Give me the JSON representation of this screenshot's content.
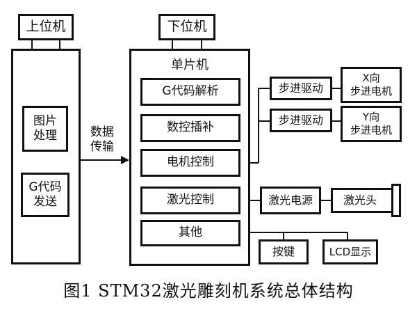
{
  "upper_computer": {
    "title": "上位机",
    "modules": [
      "图片\n处理",
      "G代码\n发送"
    ]
  },
  "transfer_label": "数据\n传输",
  "lower_computer": {
    "title": "下位机",
    "mcu_label": "单片机",
    "modules": [
      "G代码解析",
      "数控插补",
      "电机控制",
      "激光控制",
      "其他"
    ]
  },
  "motor_branch": {
    "drivers": [
      "步进驱动",
      "步进驱动"
    ],
    "motors": [
      "X向\n步进电机",
      "Y向\n步进电机"
    ]
  },
  "laser_branch": {
    "power": "激光电源",
    "head": "激光头"
  },
  "other_branch": {
    "keys": "按键",
    "lcd": "LCD显示"
  },
  "caption": "图1  STM32激光雕刻机系统总体结构"
}
